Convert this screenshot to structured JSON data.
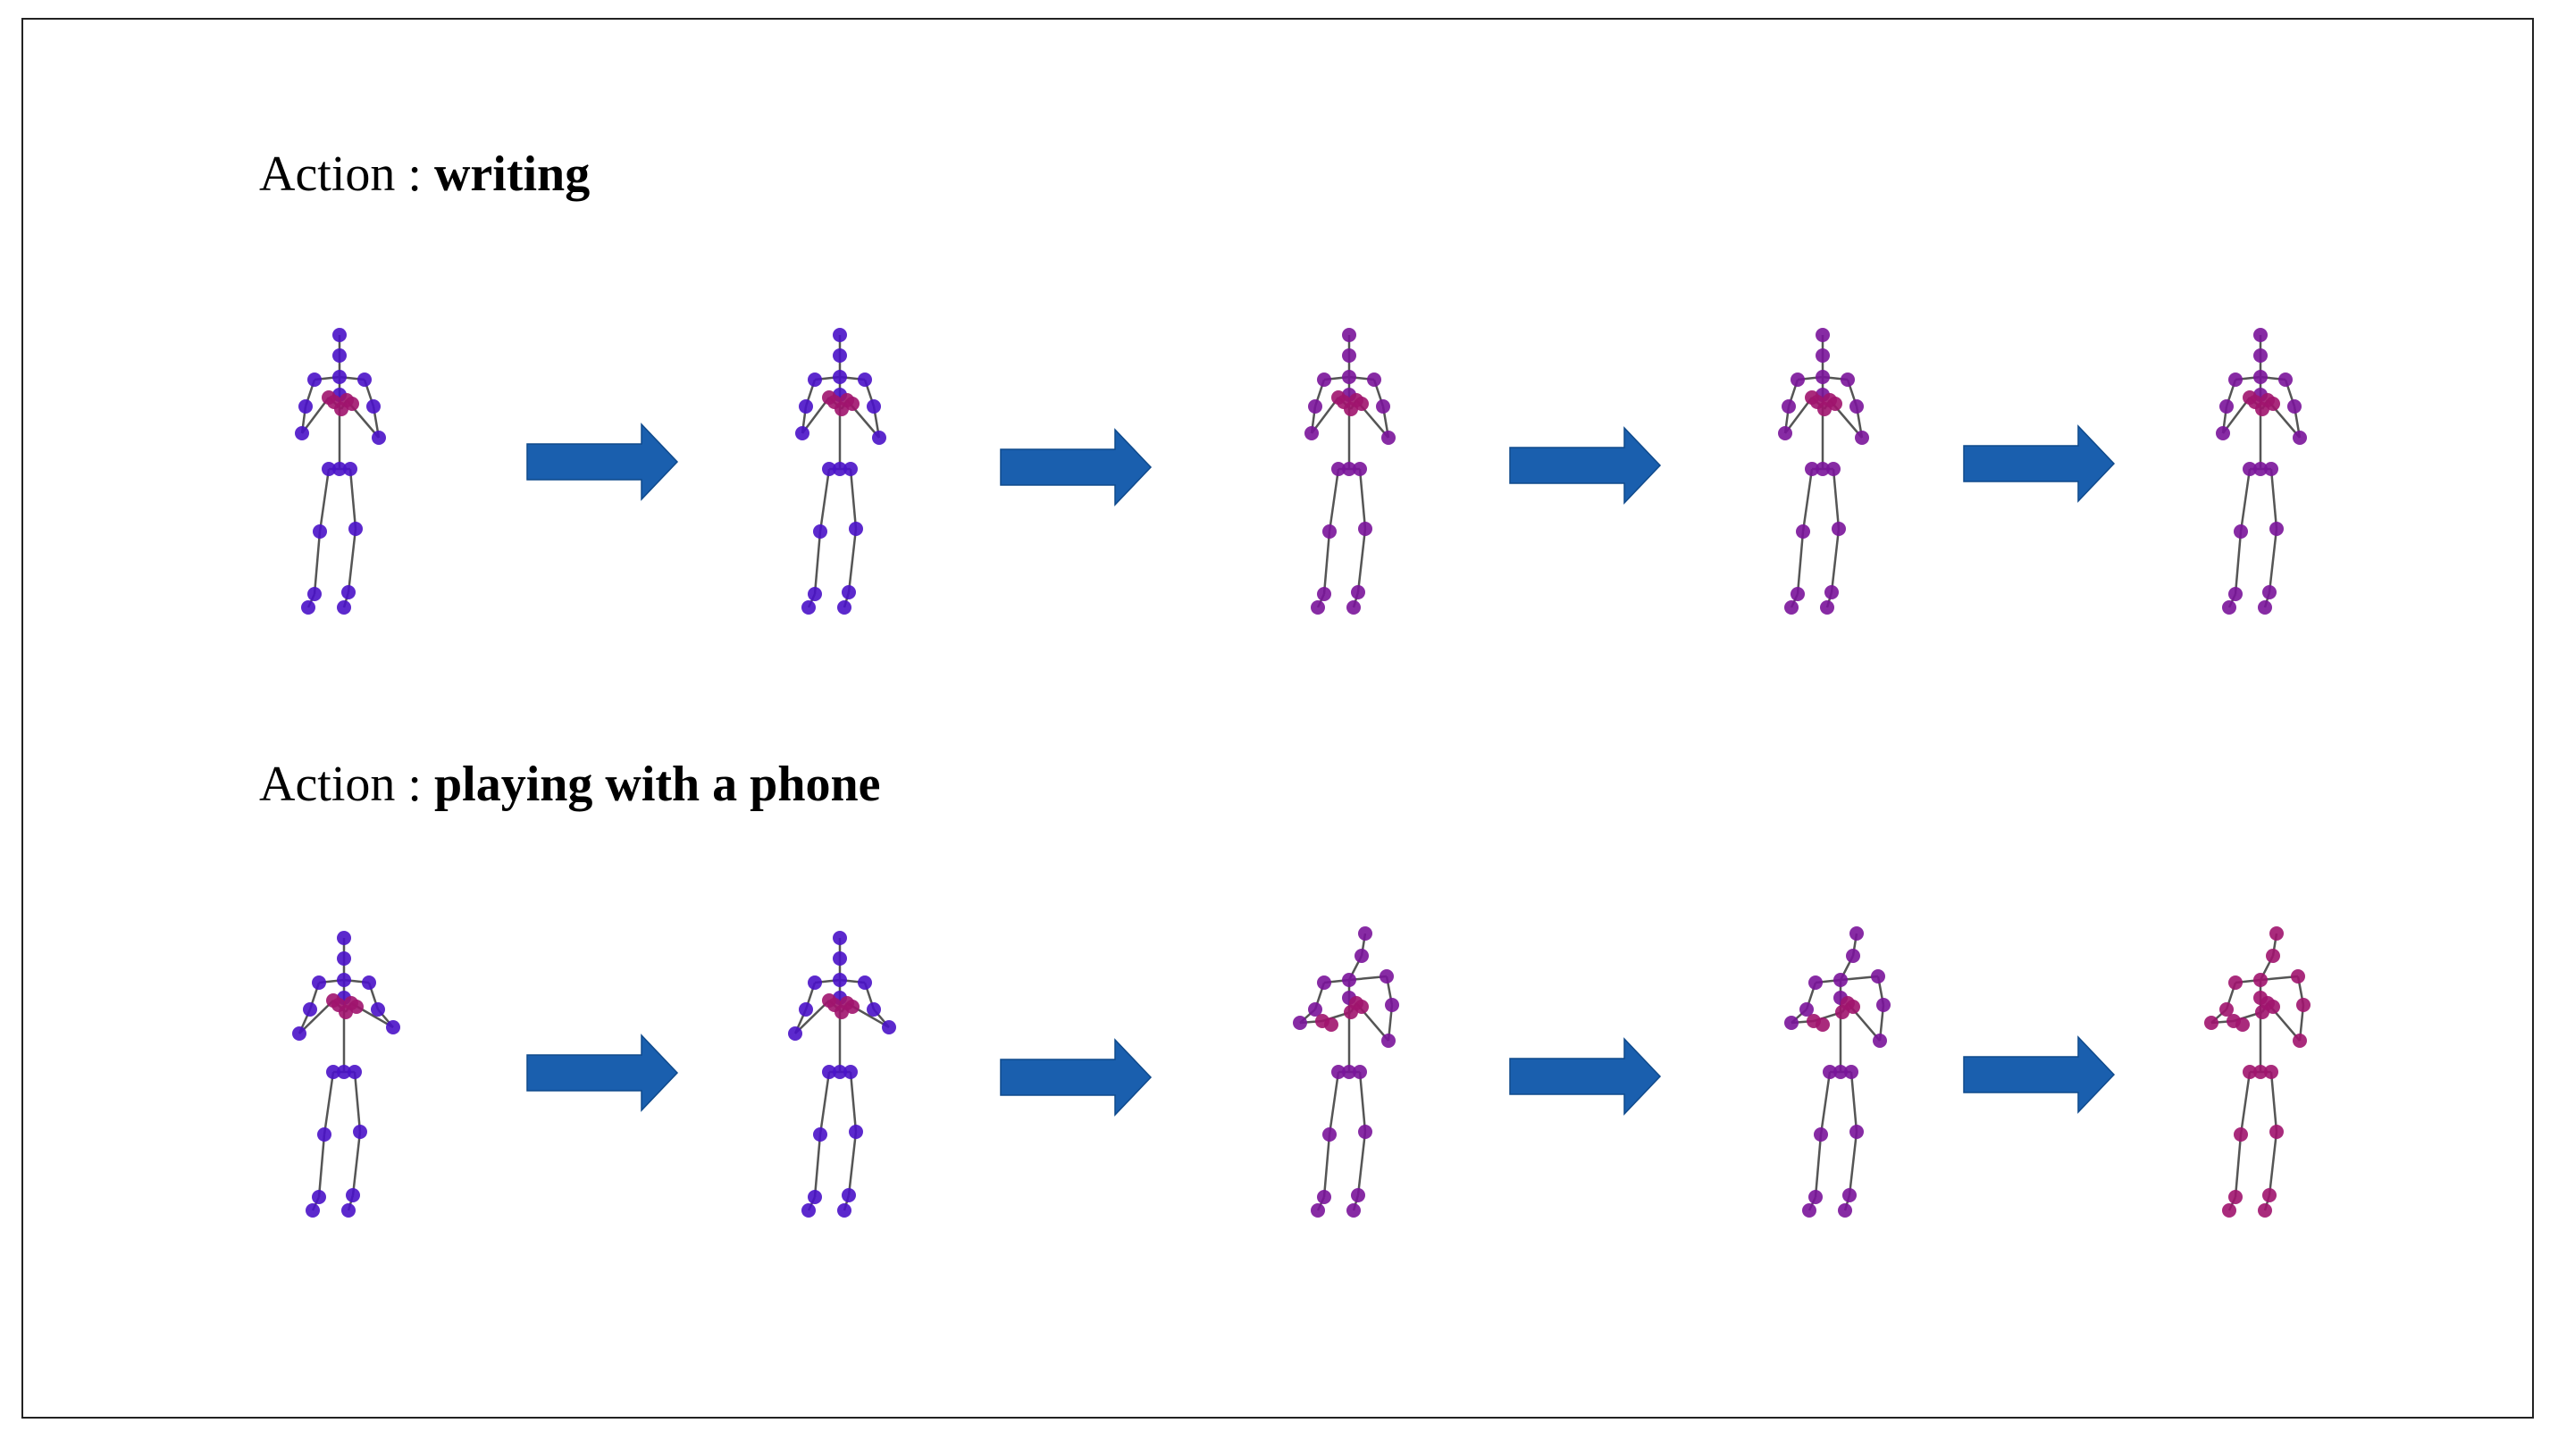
{
  "rows": [
    {
      "prefix": "Action : ",
      "action": "writing"
    },
    {
      "prefix": "Action : ",
      "action": "playing with a phone"
    }
  ],
  "colors": {
    "arrow": "#1a5fae",
    "joint_blue": "#4a12c8",
    "joint_purple": "#7a149a",
    "joint_magenta": "#a0146e",
    "bone": "#555555",
    "border": "#222222"
  },
  "frames_per_row": 5
}
